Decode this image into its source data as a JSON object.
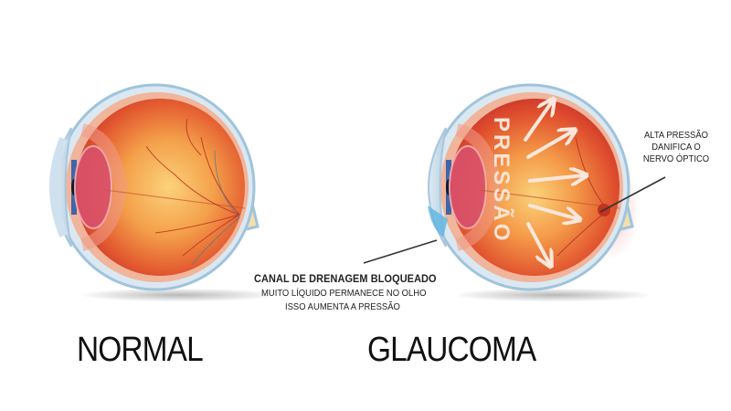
{
  "diagram": {
    "type": "anatomical-comparison",
    "panels": [
      {
        "id": "normal",
        "label": "NORMAL"
      },
      {
        "id": "glaucoma",
        "label": "GLAUCOMA",
        "overlay_text": "PRESSÃO"
      }
    ],
    "annotations": {
      "drainage": {
        "title": "CANAL DE DRENAGEM BLOQUEADO",
        "line1": "MUITO LÍQUIDO PERMANECE NO OLHO",
        "line2": "ISSO AUMENTA A PRESSÃO"
      },
      "optic_nerve": {
        "line1": "ALTA PRESSÃO",
        "line2": "DANIFICA O",
        "line3": "NERVO ÓPTICO"
      }
    },
    "colors": {
      "eye_interior": "#e8552e",
      "eye_center": "#f9c46a",
      "sclera": "#9fc4dc",
      "nerve": "#f3dfad",
      "arrow": "#fbe7dc",
      "text": "#111111"
    }
  }
}
